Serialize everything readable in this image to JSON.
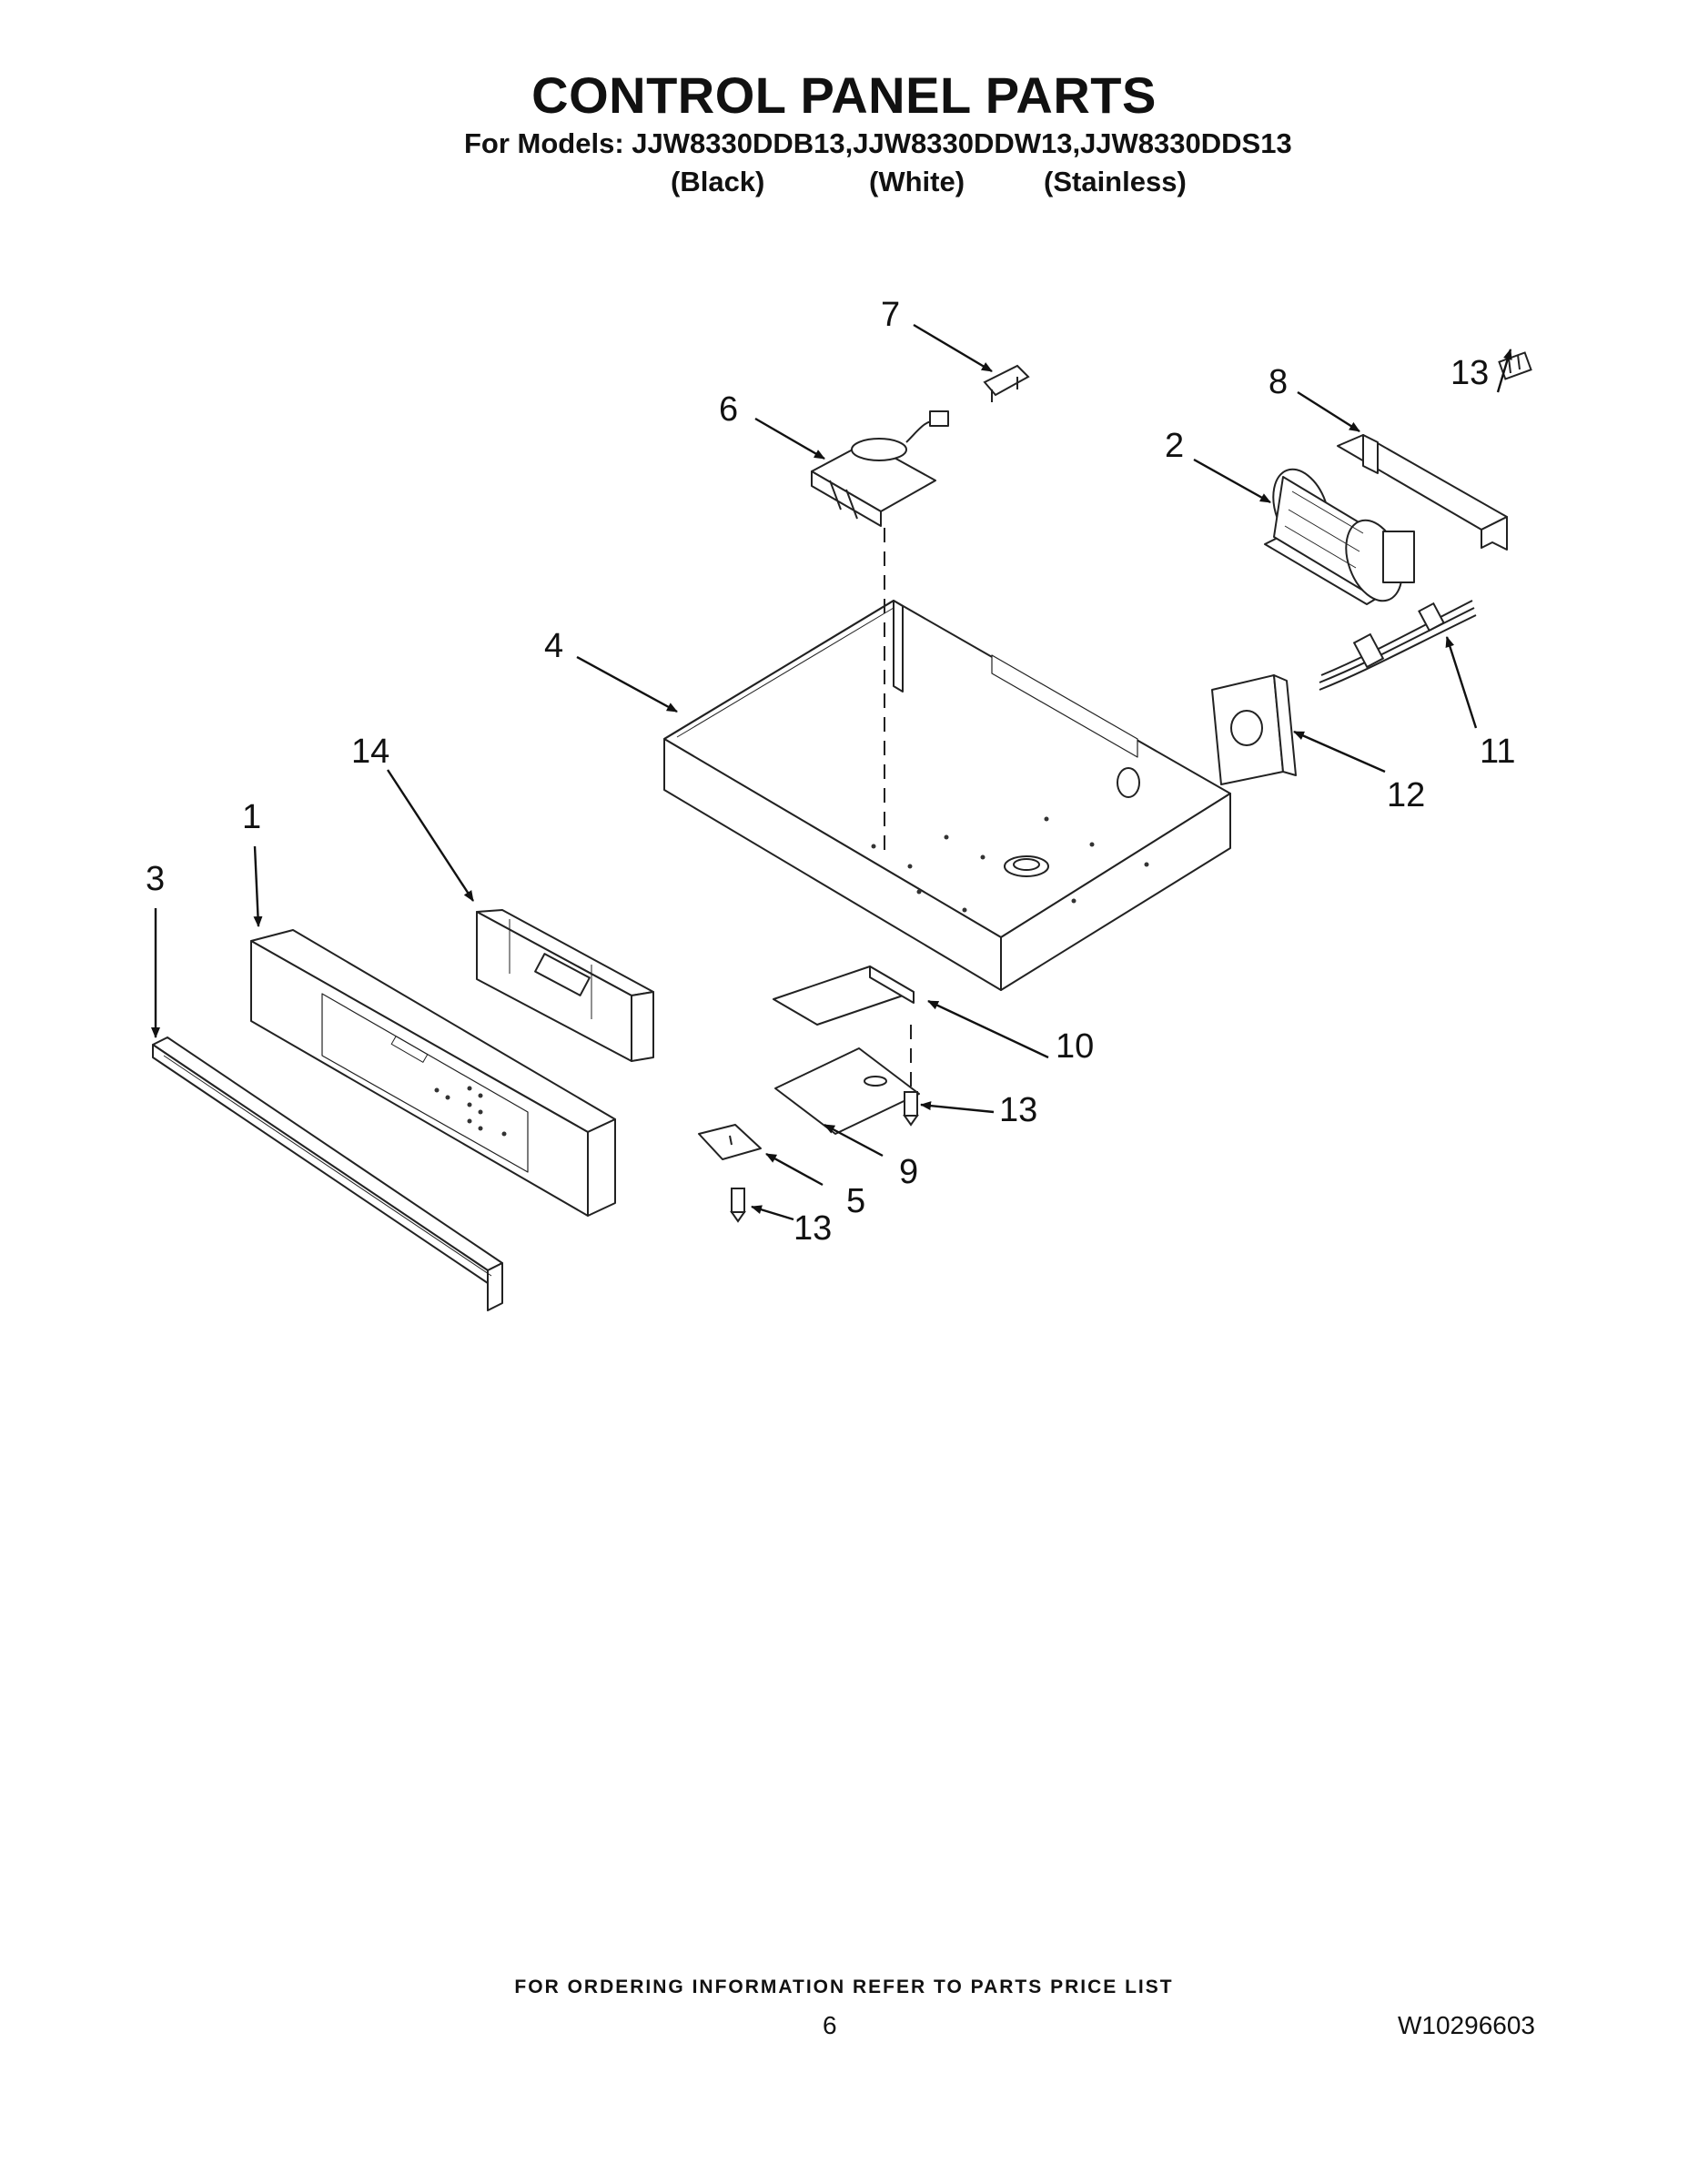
{
  "header": {
    "title": "CONTROL PANEL PARTS",
    "models_line": "For Models: JJW8330DDB13,JJW8330DDW13,JJW8330DDS13",
    "variants": [
      "(Black)",
      "(White)",
      "(Stainless)"
    ]
  },
  "callouts": [
    {
      "id": "c7",
      "text": "7"
    },
    {
      "id": "c6",
      "text": "6"
    },
    {
      "id": "c8",
      "text": "8"
    },
    {
      "id": "c13a",
      "text": "13"
    },
    {
      "id": "c2",
      "text": "2"
    },
    {
      "id": "c4",
      "text": "4"
    },
    {
      "id": "c11",
      "text": "11"
    },
    {
      "id": "c12",
      "text": "12"
    },
    {
      "id": "c14",
      "text": "14"
    },
    {
      "id": "c1",
      "text": "1"
    },
    {
      "id": "c3",
      "text": "3"
    },
    {
      "id": "c10",
      "text": "10"
    },
    {
      "id": "c13b",
      "text": "13"
    },
    {
      "id": "c9",
      "text": "9"
    },
    {
      "id": "c5",
      "text": "5"
    },
    {
      "id": "c13c",
      "text": "13"
    }
  ],
  "footer": {
    "ordering_note": "FOR ORDERING INFORMATION REFER TO PARTS PRICE LIST",
    "page_number": "6",
    "document_number": "W10296603"
  }
}
